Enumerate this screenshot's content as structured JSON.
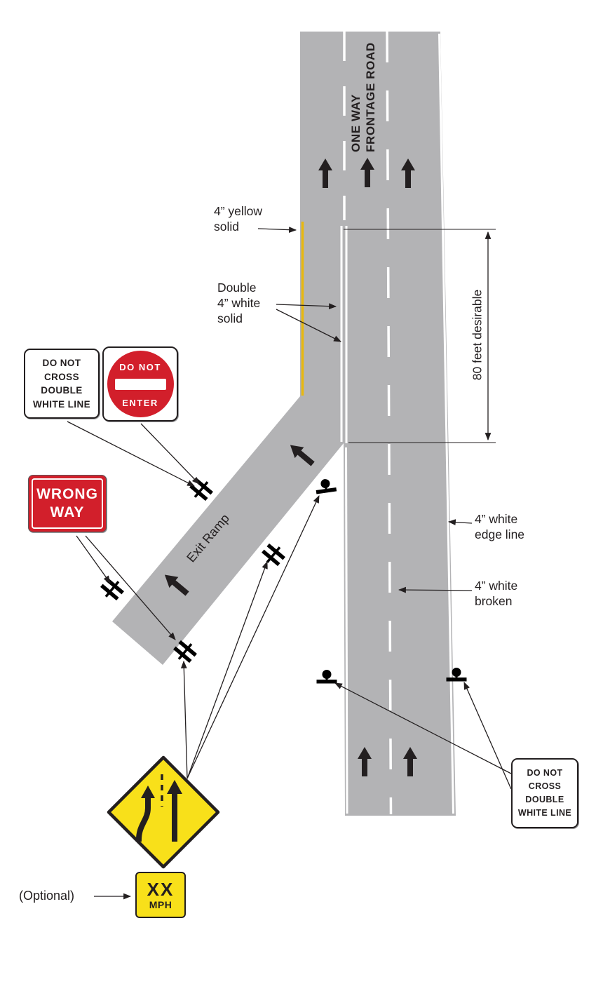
{
  "diagram": {
    "road_label_line1": "ONE WAY",
    "road_label_line2": "FRONTAGE ROAD",
    "exit_ramp_label": "Exit Ramp"
  },
  "annotations": {
    "yellow_solid_line1": "4” yellow",
    "yellow_solid_line2": "solid",
    "double_white_line1": "Double",
    "double_white_line2": "4” white",
    "double_white_line3": "solid",
    "dimension_label": "80 feet desirable",
    "edge_line_line1": "4” white",
    "edge_line_line2": "edge line",
    "broken_line_line1": "4” white",
    "broken_line_line2": "broken",
    "optional_label": "(Optional)"
  },
  "signs": {
    "do_not_cross_top": {
      "lines": [
        "DO NOT",
        "CROSS",
        "DOUBLE",
        "WHITE LINE"
      ]
    },
    "do_not_enter": {
      "line1": "DO NOT",
      "line2": "ENTER"
    },
    "wrong_way": {
      "line1": "WRONG",
      "line2": "WAY"
    },
    "added_lane_warning": {
      "symbol": "added-lane-merge-arrows"
    },
    "speed_plaque": {
      "line1": "XX",
      "line2": "MPH"
    },
    "do_not_cross_bottom": {
      "lines": [
        "DO NOT",
        "CROSS",
        "DOUBLE",
        "WHITE LINE"
      ]
    }
  },
  "colors": {
    "road_gray": "#b3b3b5",
    "marking_white": "#ffffff",
    "marking_yellow": "#e8b80f",
    "sign_red": "#d21f2b",
    "sign_yellow": "#f8e01a",
    "line_black": "#231f20"
  }
}
